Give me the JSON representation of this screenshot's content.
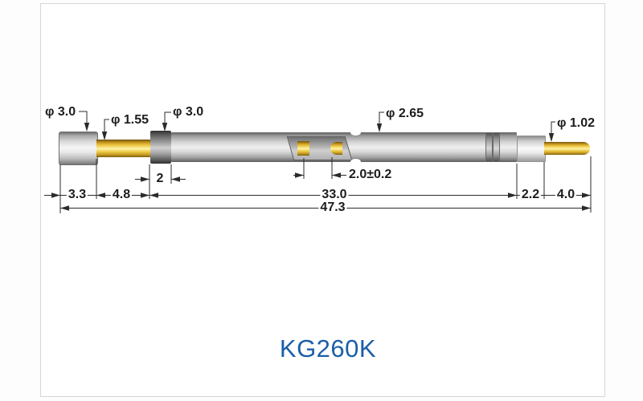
{
  "product": {
    "title": "KG260K"
  },
  "dimensions": {
    "diameters": [
      {
        "name": "head",
        "label": "φ 3.0"
      },
      {
        "name": "plunger",
        "label": "φ 1.55"
      },
      {
        "name": "collar",
        "label": "φ 3.0"
      },
      {
        "name": "barrel",
        "label": "φ 2.65"
      },
      {
        "name": "tail_pin",
        "label": "φ 1.02"
      }
    ],
    "lengths": [
      {
        "name": "head",
        "label": "3.3"
      },
      {
        "name": "plunger",
        "label": "4.8"
      },
      {
        "name": "collar",
        "label": "2"
      },
      {
        "name": "slot",
        "label": "2.0±0.2"
      },
      {
        "name": "barrel",
        "label": "33.0"
      },
      {
        "name": "receptacle",
        "label": "2.2"
      },
      {
        "name": "tail_pin",
        "label": "4.0"
      },
      {
        "name": "overall",
        "label": "47.3"
      }
    ]
  },
  "colors": {
    "title_blue": "#1b5ea8",
    "gold": "#f0cd4a",
    "silver": "#d8d8d8",
    "dark_metal": "#5a5a5a",
    "line": "#2b2b2b"
  }
}
